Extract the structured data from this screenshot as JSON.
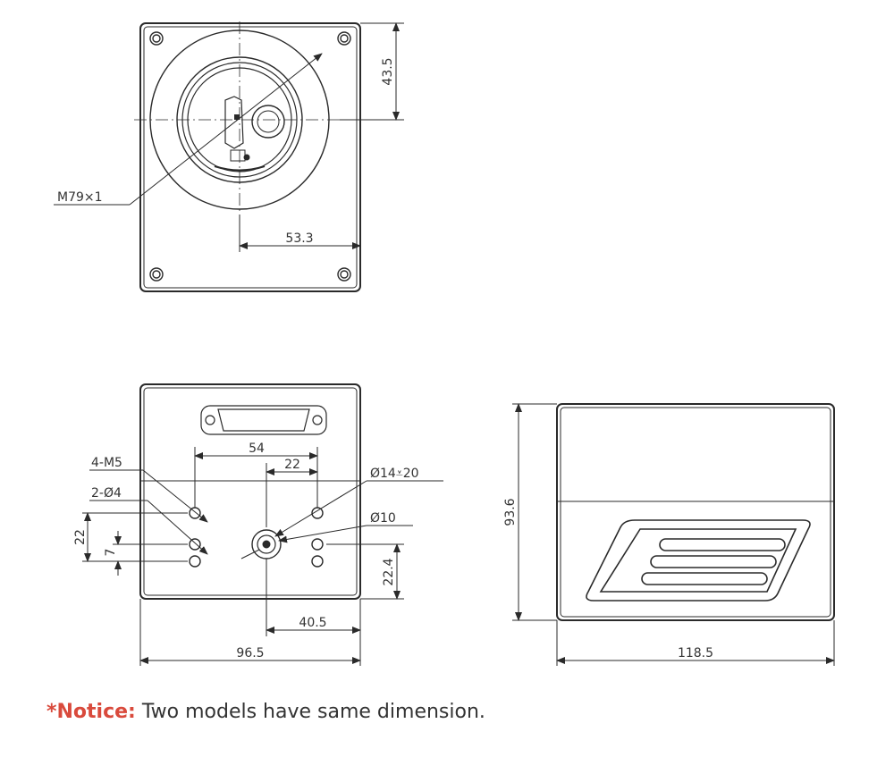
{
  "front_view": {
    "thread_label": "M79×1",
    "dim_height": "43.5",
    "dim_width": "53.3"
  },
  "rear_view": {
    "dim_54": "54",
    "dim_22_top": "22",
    "holes_m5_label": "4-M5",
    "holes_phi4_label": "2-Ø4",
    "bore_label": "Ø14⩡20",
    "phi10_label": "Ø10",
    "dim_22_left": "22",
    "dim_7": "7",
    "dim_22_4": "22.4",
    "dim_40_5": "40.5",
    "dim_96_5": "96.5"
  },
  "side_view": {
    "dim_height": "93.6",
    "dim_length": "118.5"
  },
  "notice": {
    "label": "*Notice:",
    "text": "Two models have same dimension."
  },
  "colors": {
    "line": "#2a2a2a",
    "notice_accent": "#d94a3c",
    "text": "#333333"
  }
}
